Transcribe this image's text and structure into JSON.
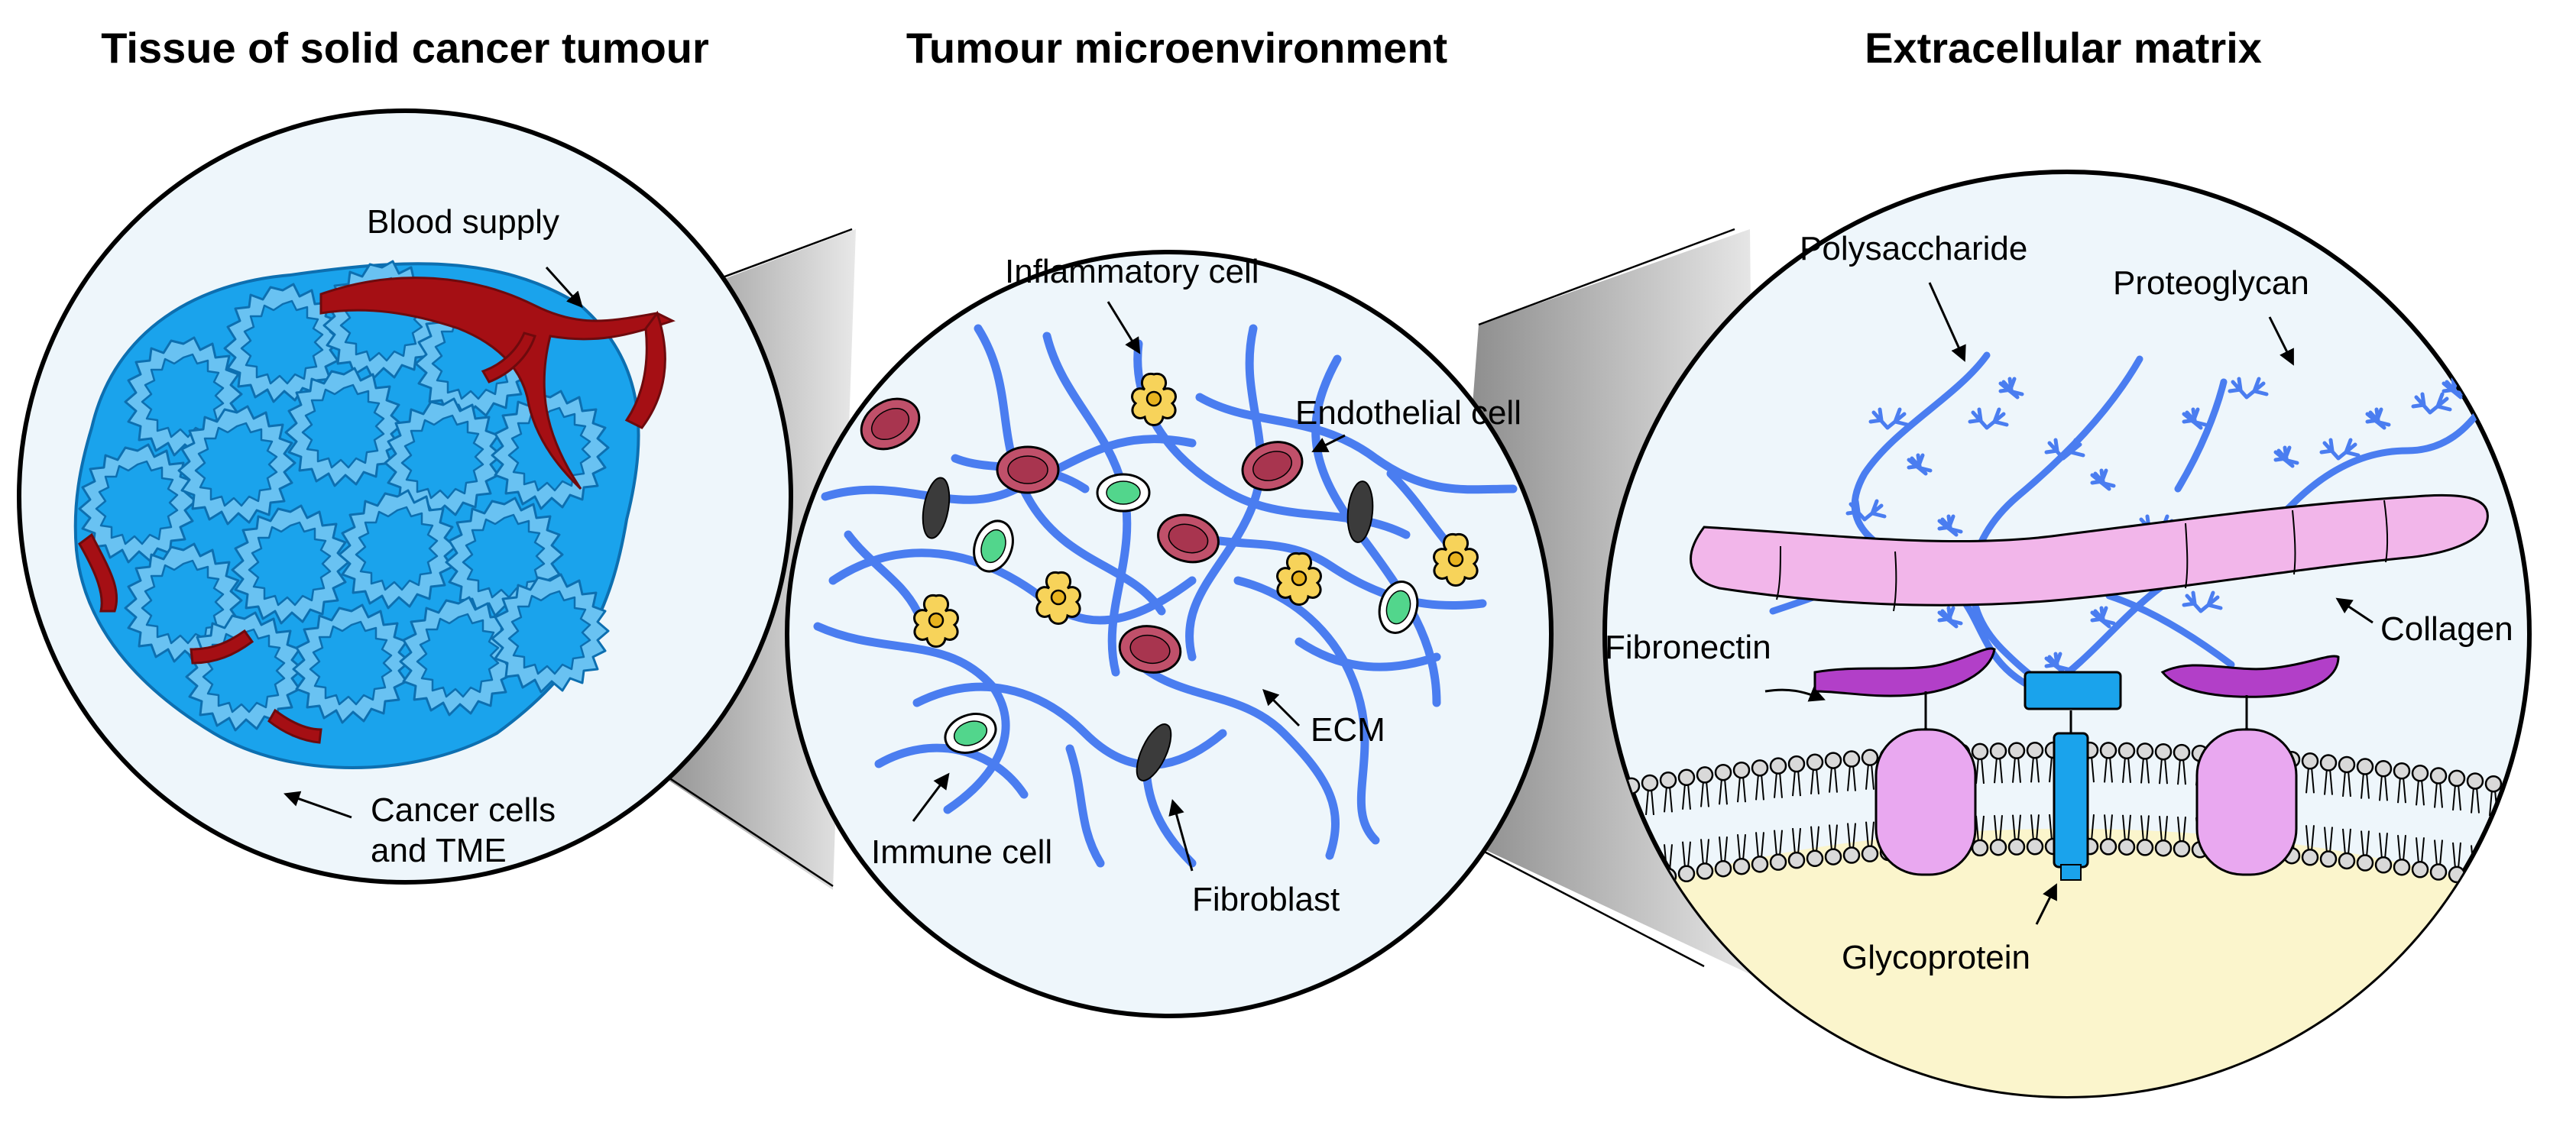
{
  "titles": {
    "tissue": "Tissue of solid cancer tumour",
    "microenvironment": "Tumour microenvironment",
    "ecm": "Extracellular matrix"
  },
  "labels": {
    "blood_supply": "Blood supply",
    "cancer_cells": [
      "Cancer cells",
      "and TME"
    ],
    "inflammatory_cell": "Inflammatory cell",
    "endothelial_cell": "Endothelial cell",
    "ecm": "ECM",
    "immune_cell": "Immune cell",
    "fibroblast": "Fibroblast",
    "polysaccharide": "Polysaccharide",
    "proteoglycan": "Proteoglycan",
    "fibronectin": "Fibronectin",
    "collagen": "Collagen",
    "glycoprotein": "Glycoprotein"
  },
  "colors": {
    "circle_fill": "#eef6fb",
    "cancer_cell": "#1aa3ec",
    "cancer_cell_edge": "#0d6fb0",
    "blood_vessel": "#a50f14",
    "ecm_fibre": "#4a7df0",
    "endothelial_cell": "#c0506a",
    "immune_cell": "#52d68c",
    "inflammatory_cell": "#f7d35a",
    "fibroblast": "#3b3b3b",
    "collagen": "#f2b6ea",
    "fibronectin": "#b23fc8",
    "glycoprotein_receptor": "#e9a8f0",
    "membrane_head": "#d9d9d9",
    "cytoplasm": "#fbf5cc",
    "zoom_cone": "#9a9a9a"
  }
}
